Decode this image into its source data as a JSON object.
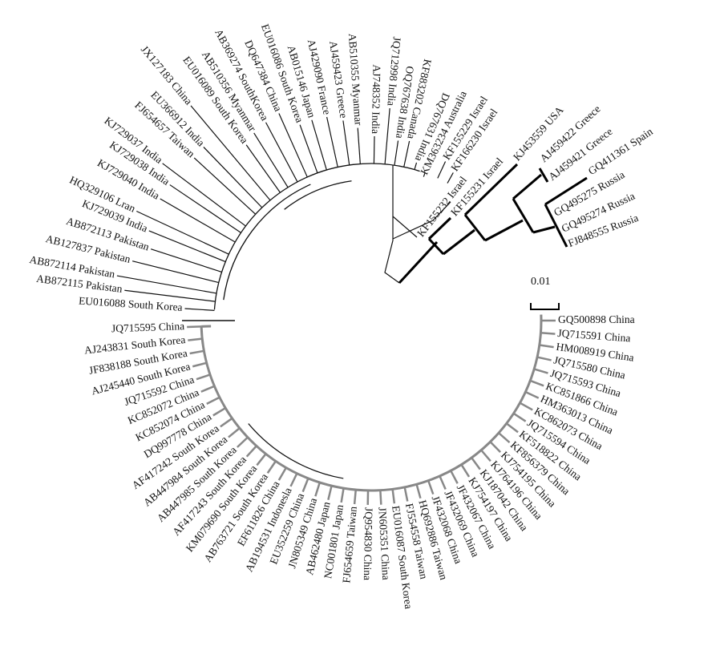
{
  "tree": {
    "clade_a_leaves": [
      "EU016088 South Korea",
      "AB872115 Pakistan",
      "AB872114 Pakistan",
      "AB127837 Pakistan",
      "AB872113 Pakistan",
      "KJ729039 India",
      "HQ329106 Lran",
      "KJ729040 India",
      "KJ729038 India",
      "KJ729037 India",
      "FJ654657 Taiwan",
      "EU366912 India",
      "JX127183 China",
      "EU016089 South Korea",
      "AB510356 Myanmar",
      "AB369274 SouthKorea",
      "DQ647384 China",
      "EU016086 South Korea",
      "AB015146 Japan",
      "AJ429090 France",
      "AJ459423 Greece",
      "AB510355 Myanmar",
      "AJ748352 India",
      "JQ712998 India",
      "OQ767638 India",
      "KF883202 Canada",
      "DQ767631 India",
      "KM363234 Australia",
      "KF155229 Israel",
      "KF166230 Israel",
      "KF155232 Israel",
      "KF155231 Israel",
      "KJ453559 USA",
      "AJ459422 Greece",
      "AJ459421 Greece",
      "GQ411361 Spain",
      "GQ495275 Russia",
      "GQ495274 Russia",
      "FJ848555 Russia"
    ],
    "clade_b_leaves": [
      "GQ500898 China",
      "JQ715591 China",
      "HM008919 China",
      "JQ715580 China",
      "JQ715593 China",
      "KC851866 China",
      "HM363013 China",
      "KC862073 China",
      "JQ715594 China",
      "KF518822 China",
      "KF856379 China",
      "KJ754195 China",
      "KJ764196 China",
      "KJ187042 China",
      "KJ754197 China",
      "JF432067 China",
      "JF432069 China",
      "JF432068 China",
      "HQ692886 Taiwan",
      "FJ554558 Taiwan",
      "EU016087 South Korea",
      "JN605351 China",
      "JQ954830 China",
      "FJ654659 Taiwan",
      "NC001801 Japan",
      "AB462480 Japan",
      "JN805349 China",
      "EU352259 China",
      "AB194531 Indonesla",
      "EF611826 China",
      "AB763721 South Korea",
      "KM079690 South Korea",
      "AF417243 South Korea",
      "AB447985 South Korea",
      "AB447984 South Korea",
      "AF417242 South Korea",
      "DQ997778 China",
      "KC852074 China",
      "KC852072 China",
      "JQ715592 China",
      "AJ245440 South Korea",
      "JF838188 South Korea",
      "AJ243831 South Korea",
      "JQ715595 China"
    ],
    "scale_bar_label": "0.01",
    "colors": {
      "clade_a": "#111111",
      "clade_b": "#888888",
      "bold_clade": "#000000"
    }
  }
}
